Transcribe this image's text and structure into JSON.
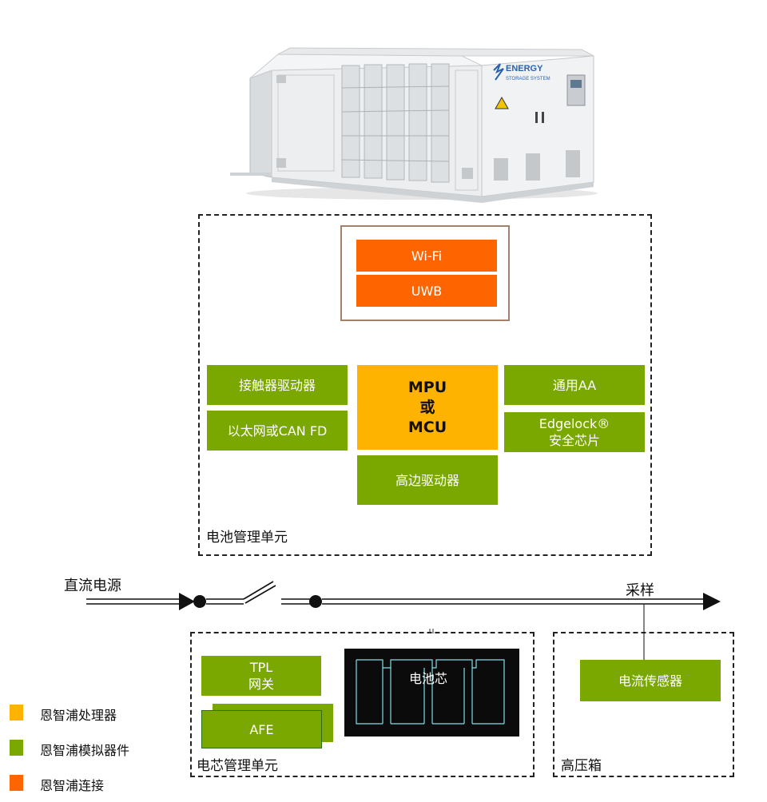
{
  "product_label": {
    "line1": "ENERGY",
    "line2": "STORAGE SYSTEM"
  },
  "bmu": {
    "title": "电池管理单元",
    "comm": {
      "wifi": "Wi-Fi",
      "uwb": "UWB"
    },
    "contactor_driver": "接触器驱动器",
    "ethernet": "以太网或CAN FD",
    "processor": "MPU\n或\nMCU",
    "high_side_driver": "高边驱动器",
    "general_aa": "通用AA",
    "edgelock": "Edgelock®\n安全芯片"
  },
  "power": {
    "dc_source": "直流电源",
    "sampling": "采样"
  },
  "cmu": {
    "title": "电芯管理单元",
    "tpl_gateway": "TPL\n网关",
    "afe": "AFE",
    "battery_cell": "电池芯"
  },
  "hv_box": {
    "title": "高压箱",
    "current_sensor": "电流传感器"
  },
  "legend": [
    {
      "label": "恩智浦处理器",
      "color": "#feb300"
    },
    {
      "label": "恩智浦模拟器件",
      "color": "#7aa800"
    },
    {
      "label": "恩智浦连接",
      "color": "#fe6500"
    }
  ]
}
